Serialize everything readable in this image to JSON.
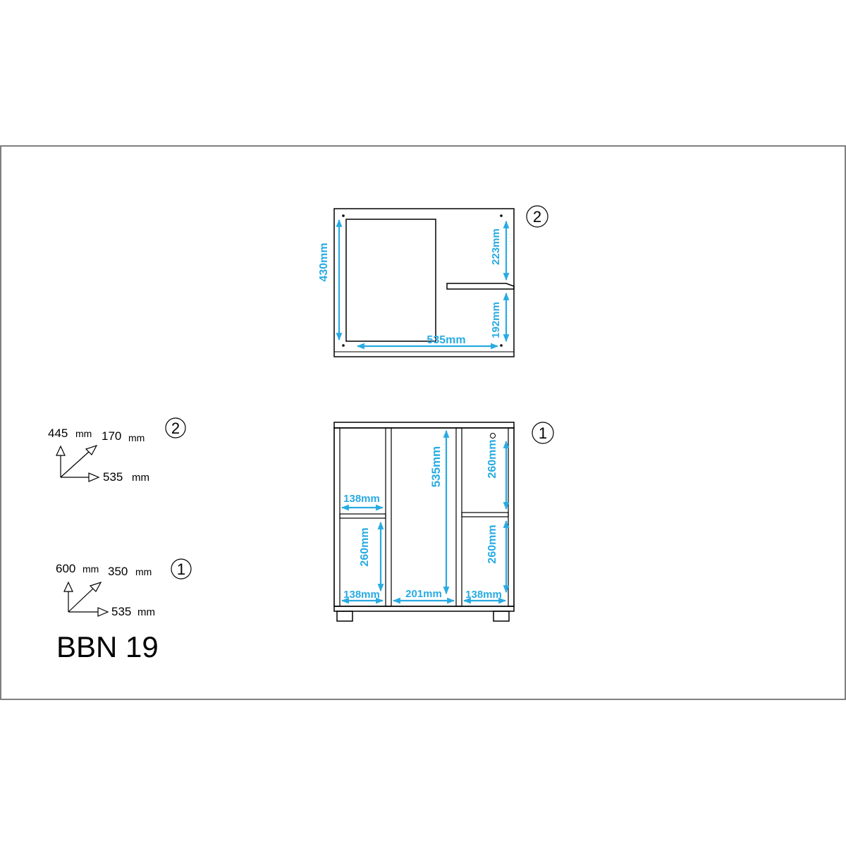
{
  "colors": {
    "dimension": "#29abe2",
    "line": "#000000",
    "background": "#ffffff",
    "frame": "#555555"
  },
  "product_code": "BBN 19",
  "unit_top": {
    "marker": "2",
    "height": "430mm",
    "width": "535mm",
    "upper_right": "223mm",
    "lower_right": "192mm"
  },
  "unit_bottom": {
    "marker": "1",
    "left_upper_width": "138mm",
    "left_lower_height": "260mm",
    "left_lower_width": "138mm",
    "center_height": "535mm",
    "center_width": "201mm",
    "right_upper_height": "260mm",
    "right_lower_height": "260mm",
    "right_lower_width": "138mm"
  },
  "legend": [
    {
      "marker": "2",
      "height": "445",
      "depth": "170",
      "width": "535",
      "unit": "mm"
    },
    {
      "marker": "1",
      "height": "600",
      "depth": "350",
      "width": "535",
      "unit": "mm"
    }
  ]
}
